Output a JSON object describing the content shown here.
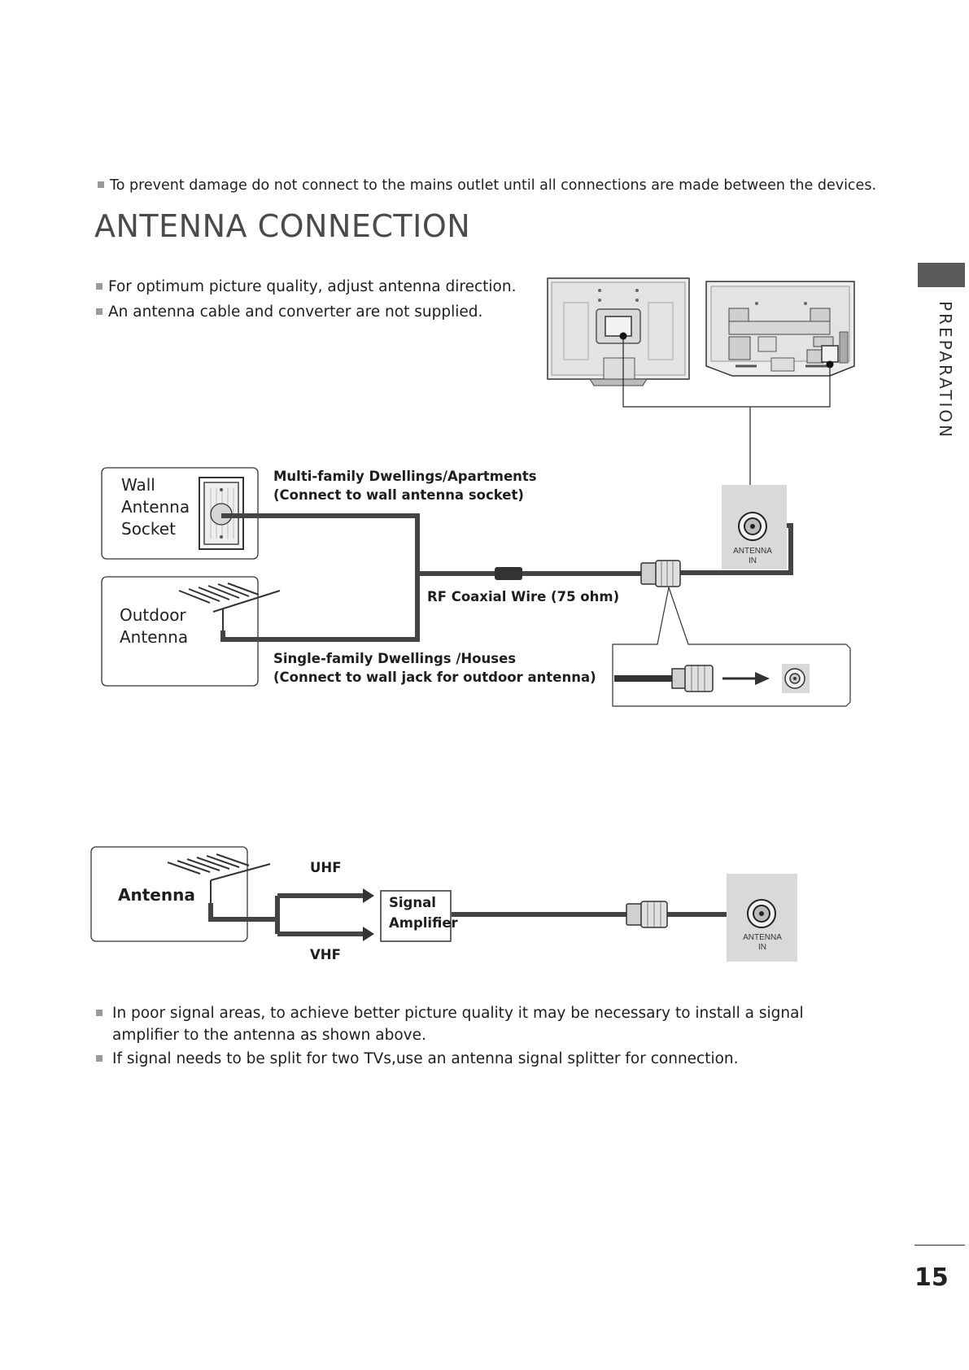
{
  "top_note": "To prevent damage do not connect to the mains outlet until all connections are made between the devices.",
  "title": "ANTENNA CONNECTION",
  "section_notes": [
    "For optimum picture quality, adjust antenna direction.",
    "An antenna cable and converter are not supplied."
  ],
  "diagram1": {
    "wall_socket_lines": [
      "Wall",
      "Antenna",
      "Socket"
    ],
    "outdoor_antenna_lines": [
      "Outdoor",
      "Antenna"
    ],
    "multi_family_lines": [
      "Multi-family Dwellings/Apartments",
      "(Connect to wall antenna socket)"
    ],
    "cable_label": "RF Coaxial Wire (75 ohm)",
    "single_family_lines": [
      "Single-family Dwellings /Houses",
      "(Connect to wall jack for outdoor antenna)"
    ],
    "port_label_lines": [
      "ANTENNA",
      "IN"
    ]
  },
  "diagram2": {
    "antenna_label": "Antenna",
    "uhf_label": "UHF",
    "vhf_label": "VHF",
    "amplifier_lines": [
      "Signal",
      "Amplifier"
    ],
    "port_label_lines": [
      "ANTENNA",
      "IN"
    ]
  },
  "bottom_notes": [
    "In poor signal areas, to achieve better picture quality it may be necessary to install a signal amplifier to the antenna as shown above.",
    "If signal needs to be split for two TVs,use an antenna signal splitter for connection."
  ],
  "side_tab": "PREPARATION",
  "page_number": "15"
}
